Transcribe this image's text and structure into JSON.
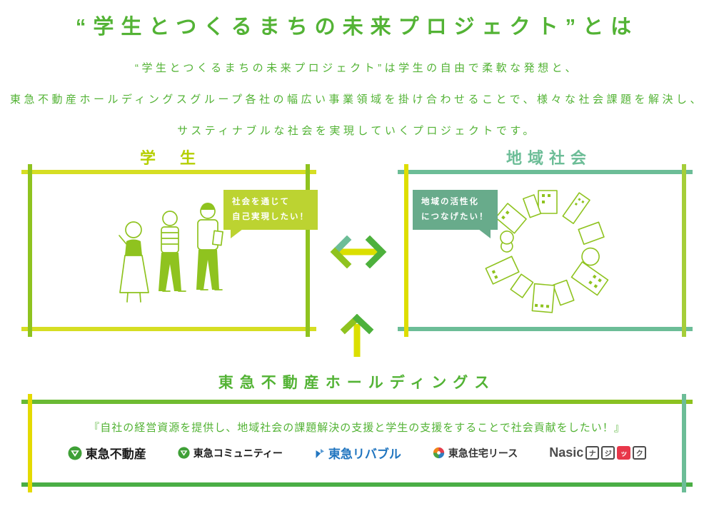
{
  "header": {
    "title": "“学生とつくるまちの未来プロジェクト”とは",
    "description_lines": [
      "“学生とつくるまちの未来プロジェクト”は学生の自由で柔軟な発想と、",
      "東急不動産ホールディングスグループ各社の幅広い事業領域を掛け合わせることで、様々な社会課題を解決し、",
      "サスティナブルな社会を実現していくプロジェクトです。"
    ]
  },
  "students": {
    "label": "学 生",
    "bubble": [
      "社会を通じて",
      "自己実現したい！"
    ]
  },
  "community": {
    "label": "地域社会",
    "bubble": [
      "地域の活性化",
      "につなげたい！"
    ]
  },
  "holdings": {
    "label": "東急不動産ホールディングス",
    "statement": "『自社の経営資源を提供し、地域社会の課題解決の支援と学生の支援をすることで社会貢献をしたい！』",
    "companies": [
      {
        "name": "東急不動産"
      },
      {
        "name": "東急コミュニティー"
      },
      {
        "name": "東急リバブル"
      },
      {
        "name": "東急住宅リース"
      },
      {
        "name": "Nasic",
        "kana": "ナジック",
        "kana_chars": [
          "ナ",
          "ジ",
          "ッ",
          "ク"
        ]
      }
    ]
  },
  "colors": {
    "title_green": "#53b335",
    "lime_yellow": "#d6de23",
    "lime_green": "#8fc31f",
    "sea_green": "#6cbd97",
    "corner_yellow": "#e4da00",
    "holdings_green": "#4aae45",
    "bubble_lime": "#bcd331",
    "bubble_green": "#68ab8b",
    "livable_blue": "#2276c0",
    "nasic_red": "#e8374a"
  }
}
